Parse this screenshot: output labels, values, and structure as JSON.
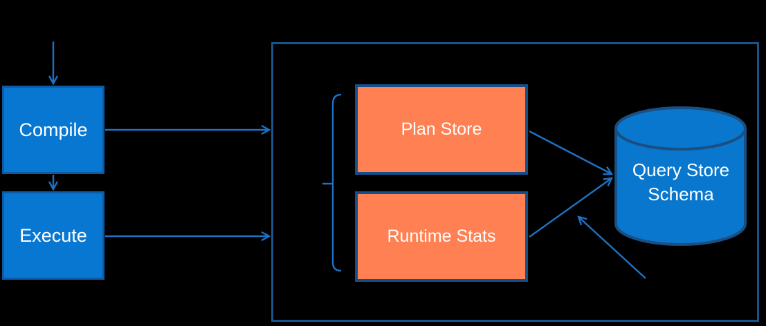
{
  "diagram": {
    "background": "#000000",
    "nodes": {
      "compile": {
        "label": "Compile"
      },
      "execute": {
        "label": "Execute"
      },
      "plan_store": {
        "label": "Plan Store"
      },
      "runtime_stats": {
        "label": "Runtime Stats"
      },
      "query_store_schema": {
        "label": "Query Store Schema"
      }
    },
    "colors": {
      "process_box_fill": "#0877d2",
      "process_box_border": "#0d5ba6",
      "store_box_fill": "#ff8052",
      "store_box_border": "#144f8c",
      "container_border": "#17538d",
      "cylinder_fill": "#0877cd",
      "cylinder_border": "#1a4f82",
      "connector": "#1e72c4",
      "text": "#ffffff"
    },
    "connections": [
      {
        "from": "external-input",
        "to": "compile"
      },
      {
        "from": "compile",
        "to": "execute"
      },
      {
        "from": "compile",
        "to": "query-store-container"
      },
      {
        "from": "execute",
        "to": "query-store-container"
      },
      {
        "from": "plan_store",
        "to": "query_store_schema"
      },
      {
        "from": "runtime_stats",
        "to": "query_store_schema"
      },
      {
        "from": "external-lower-right",
        "to": "query_store_schema"
      }
    ]
  }
}
